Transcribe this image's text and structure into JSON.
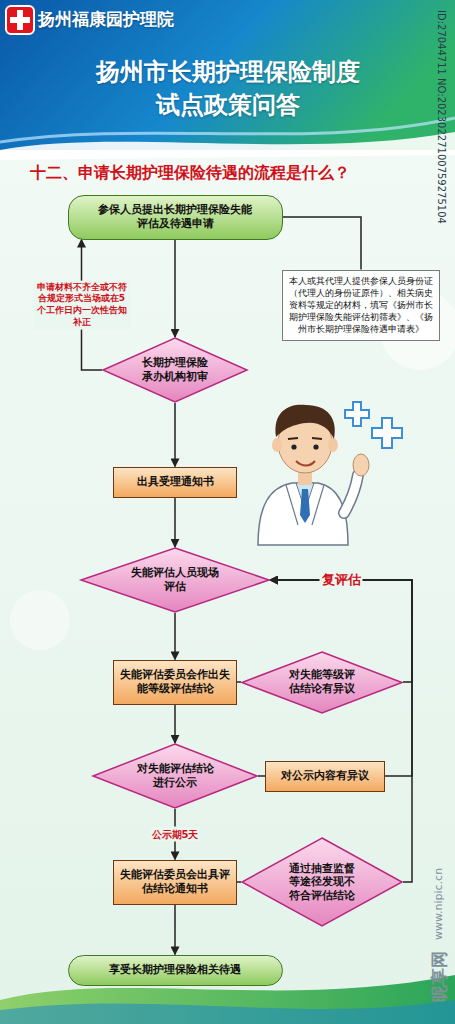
{
  "diagram": {
    "title": "扬州市长期护理保险制度 试点政策问答",
    "nodes": [
      {
        "text": [
          "参保人员提出长期护理保险失能评估及待遇申请"
        ]
      },
      {
        "text": [
          "本人或其代理人提供参保人员身份证（代理人的身份证原件）、相关病史资料等规定的材料，填写《扬州市长期护理保险失能评估初筛表》、《扬州市长期护理保险待遇申请表》"
        ]
      },
      {
        "text": [
          "长期护理保险承办机构初审"
        ]
      },
      {
        "text": [
          "出具受理通知书"
        ]
      },
      {
        "text": [
          "失能评估人员现场评估"
        ]
      },
      {
        "text": [
          "失能评估委员会作出失能等级评估结论"
        ]
      },
      {
        "text": [
          "对失能等级评估结论有异议"
        ]
      },
      {
        "text": [
          "对失能评估结论进行公示"
        ]
      },
      {
        "text": [
          "对公示内容有异议"
        ]
      },
      {
        "text": [
          "失能评估委员会出具评估结论通知书"
        ]
      },
      {
        "text": [
          "通过抽查监督等途径发现不符合评估结论"
        ]
      },
      {
        "text": [
          "享受长期护理保险相关待遇"
        ]
      }
    ],
    "edges": [
      {
        "from": 0,
        "to": 2,
        "arrow": "to"
      },
      {
        "from": 2,
        "to": 0,
        "arrow": "to",
        "label": "申请材料不齐全或不符合规定形式当场或在5个工作日内一次性告知补正"
      },
      {
        "from": 0,
        "to": 1,
        "arrow": "none"
      },
      {
        "from": 2,
        "to": 3,
        "arrow": "to"
      },
      {
        "from": 3,
        "to": 4,
        "arrow": "to"
      },
      {
        "from": 4,
        "to": 5,
        "arrow": "to"
      },
      {
        "from": 5,
        "to": 6,
        "arrow": "none"
      },
      {
        "from": 6,
        "to": 4,
        "arrow": "to",
        "label": "复评估"
      },
      {
        "from": 5,
        "to": 7,
        "arrow": "to"
      },
      {
        "from": 7,
        "to": 8,
        "arrow": "none"
      },
      {
        "from": 8,
        "to": 4,
        "arrow": "to"
      },
      {
        "from": 7,
        "to": 9,
        "arrow": "to",
        "label": "公示期5天"
      },
      {
        "from": 9,
        "to": 10,
        "arrow": "none"
      },
      {
        "from": 10,
        "to": 4,
        "arrow": "to"
      },
      {
        "from": 9,
        "to": 11,
        "arrow": "to"
      }
    ],
    "labels": [
      "扬州福康园护理院",
      "十二、申请长期护理保险待遇的流程是什么？",
      "ID:27044711 NO:20230227100759275104",
      "昵享网",
      "www.nipic.cn"
    ]
  }
}
